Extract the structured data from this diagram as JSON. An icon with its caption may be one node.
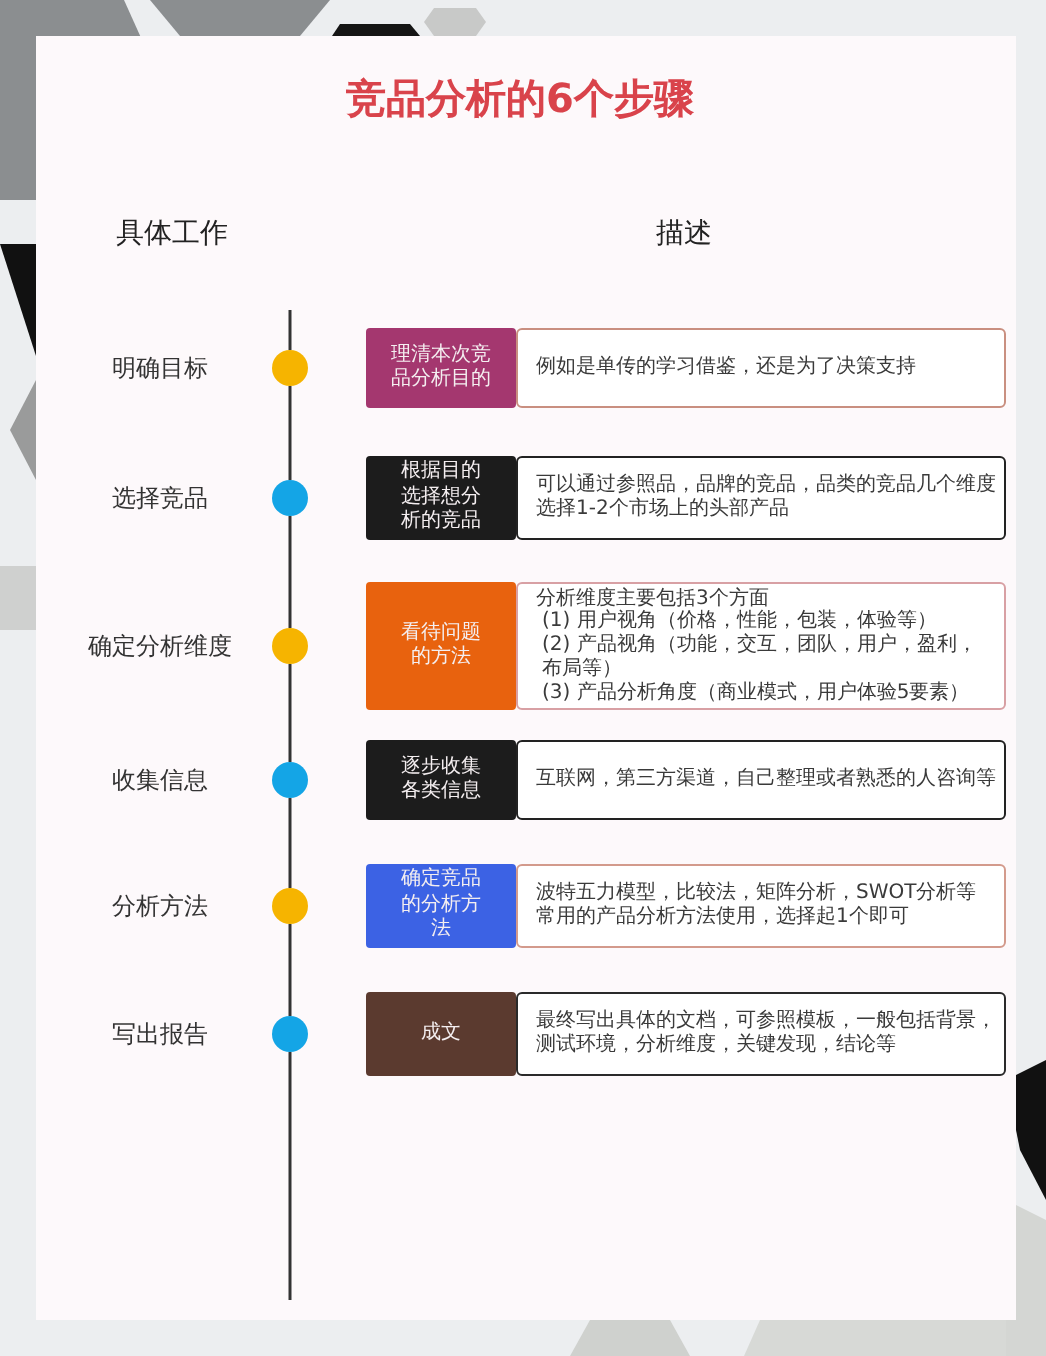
{
  "diagram": {
    "title": "竞品分析的6个步骤",
    "nodes": [
      {
        "text": [],
        "shape": "circle",
        "beside": [
          "明确目标"
        ]
      },
      {
        "text": [
          "理清本次竞品分析目的"
        ]
      },
      {
        "text": [
          "例如是单传的学习借鉴，还是为了决策支持"
        ]
      },
      {
        "text": [],
        "shape": "circle",
        "beside": [
          "选择竞品"
        ]
      },
      {
        "text": [
          "根据目的选择想分析的竞品"
        ]
      },
      {
        "text": [
          "可以通过参照品，品牌的竞品，品类的竞品几个维度选择1-2个市场上的头部产品"
        ]
      },
      {
        "text": [],
        "shape": "circle",
        "beside": [
          "确定分析维度"
        ]
      },
      {
        "text": [
          "看待问题的方法"
        ]
      },
      {
        "text": [
          "分析维度主要包括3个方面",
          "(1) 用户视角（价格，性能，包装，体验等）",
          "(2) 产品视角（功能，交互，团队，用户，盈利，布局等）",
          "(3) 产品分析角度（商业模式，用户体验5要素）"
        ]
      },
      {
        "text": [],
        "shape": "circle",
        "beside": [
          "收集信息"
        ]
      },
      {
        "text": [
          "逐步收集各类信息"
        ]
      },
      {
        "text": [
          "互联网，第三方渠道，自己整理或者熟悉的人咨询等"
        ]
      },
      {
        "text": [],
        "shape": "circle",
        "beside": [
          "分析方法"
        ]
      },
      {
        "text": [
          "确定竞品的分析方法"
        ]
      },
      {
        "text": [
          "波特五力模型，比较法，矩阵分析，SWOT分析等常用的产品分析方法使用，选择起1个即可"
        ]
      },
      {
        "text": [],
        "shape": "circle",
        "beside": [
          "写出报告"
        ]
      },
      {
        "text": [
          "成文"
        ]
      },
      {
        "text": [
          "最终写出具体的文档，可参照模板，一般包括背景，测试环境，分析维度，关键发现，结论等"
        ]
      }
    ],
    "edges": [
      {
        "from": null,
        "to": 0,
        "arrow": "none"
      },
      {
        "from": 0,
        "to": 3,
        "arrow": "none"
      },
      {
        "from": 3,
        "to": 6,
        "arrow": "none"
      },
      {
        "from": 6,
        "to": 9,
        "arrow": "none"
      },
      {
        "from": 9,
        "to": 12,
        "arrow": "none"
      },
      {
        "from": 12,
        "to": 15,
        "arrow": "none"
      },
      {
        "from": 15,
        "to": null,
        "arrow": "none"
      }
    ],
    "labels": [
      "具体工作",
      "描述"
    ]
  }
}
